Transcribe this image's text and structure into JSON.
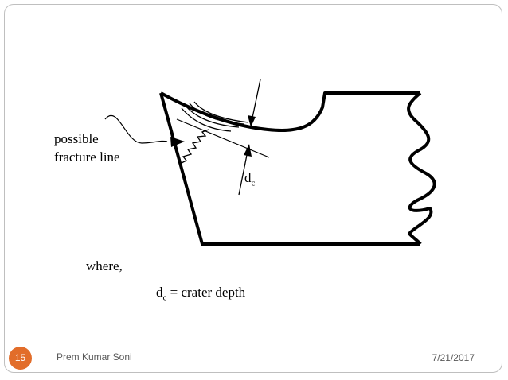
{
  "diagram": {
    "fracture_line_label_1": "possible",
    "fracture_line_label_2": "fracture line",
    "dc_symbol": "d",
    "dc_subscript": "c"
  },
  "legend": {
    "where": "where,",
    "symbol": "d",
    "subscript": "c",
    "definition": " = crater depth"
  },
  "footer": {
    "slide_number": "15",
    "author": "Prem Kumar Soni",
    "date": "7/21/2017",
    "accent_color": "#e26d2a"
  }
}
